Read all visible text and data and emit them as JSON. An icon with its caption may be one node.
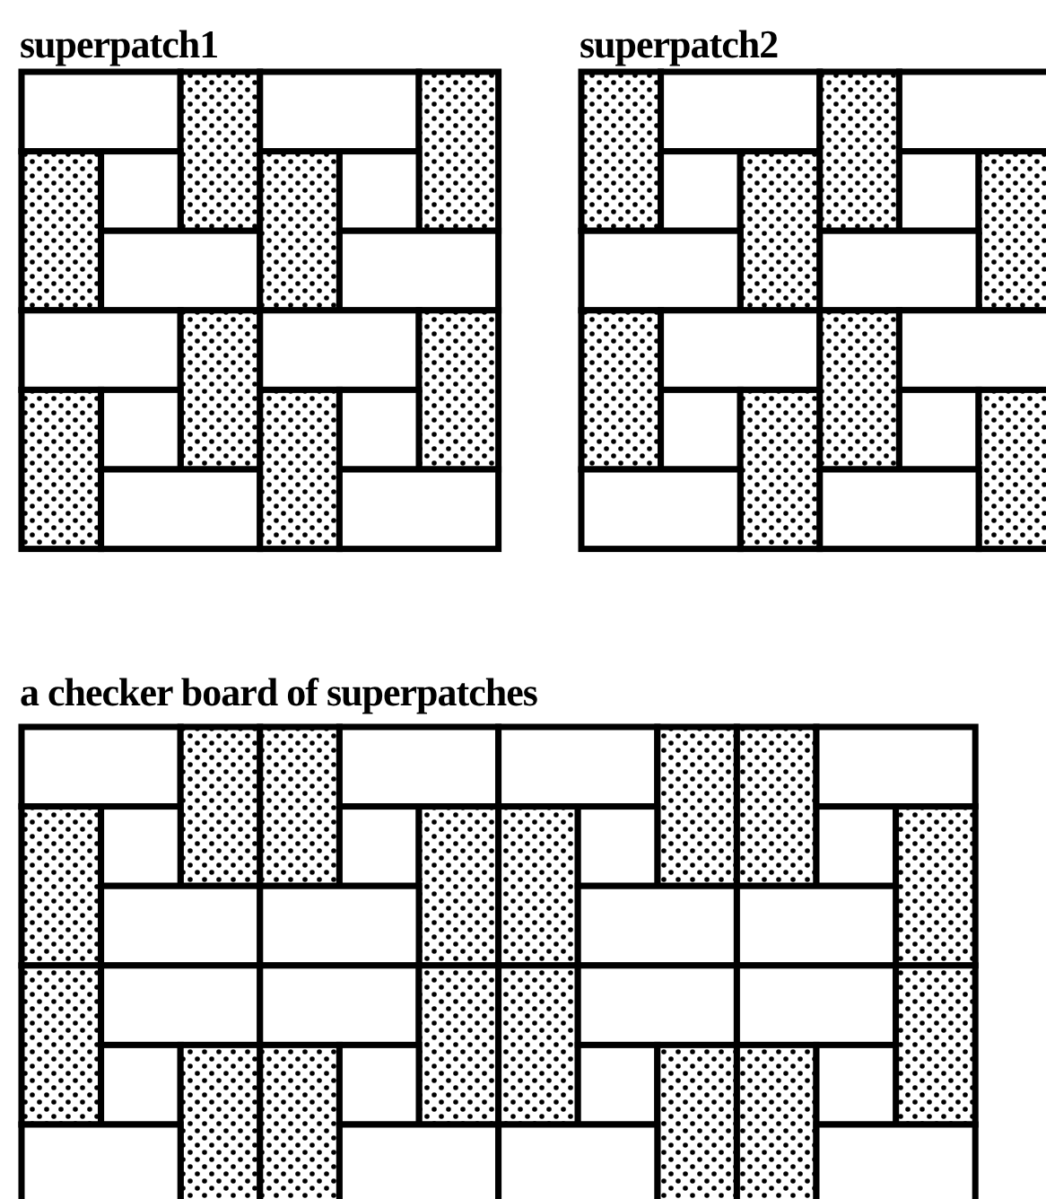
{
  "diagram": {
    "labels": [
      "superpatch1",
      "superpatch2",
      "a checker board of superpatches"
    ]
  }
}
